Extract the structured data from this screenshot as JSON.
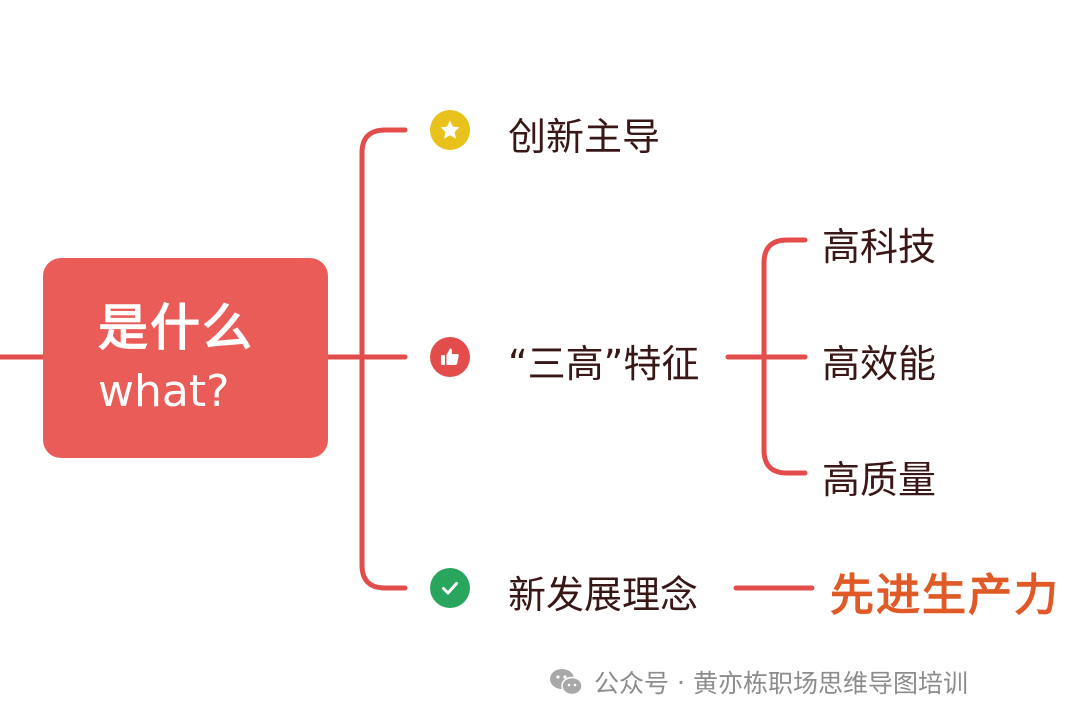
{
  "root": {
    "title": "是什么",
    "subtitle": "what?"
  },
  "branches": [
    {
      "label": "创新主导",
      "icon": "star-icon",
      "icon_color": "#e8c21a"
    },
    {
      "label": "“三高”特征",
      "icon": "thumbs-up-icon",
      "icon_color": "#e24d4b",
      "children": [
        "高科技",
        "高效能",
        "高质量"
      ]
    },
    {
      "label": "新发展理念",
      "icon": "check-icon",
      "icon_color": "#2aa55d",
      "result": "先进生产力"
    }
  ],
  "footer": {
    "channel": "公众号",
    "separator": "·",
    "account": "黄亦栋职场思维导图培训"
  },
  "colors": {
    "line": "#e24d4b",
    "root_bg": "#ea5c57",
    "highlight": "#e05a28",
    "text": "#3a1717"
  }
}
